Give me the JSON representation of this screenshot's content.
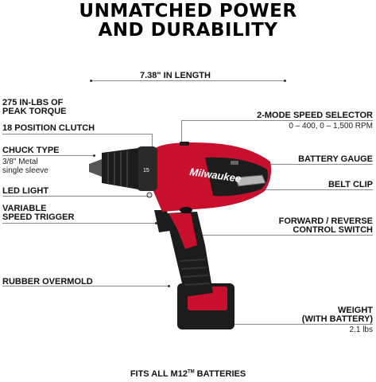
{
  "heading": {
    "line1": "UNMATCHED POWER",
    "line2": "AND DURABILITY"
  },
  "length": {
    "label": "7.38\" IN LENGTH"
  },
  "torque": {
    "line1": "275 IN-LBS OF",
    "line2": "PEAK TORQUE"
  },
  "clutch": {
    "label": "18 POSITION CLUTCH"
  },
  "chuck": {
    "label": "CHUCK TYPE",
    "sub1": "3/8\" Metal",
    "sub2": "single sleeve"
  },
  "led": {
    "label": "LED LIGHT"
  },
  "trigger": {
    "line1": "VARIABLE",
    "line2": "SPEED TRIGGER"
  },
  "overmold": {
    "label": "RUBBER OVERMOLD"
  },
  "speed_selector": {
    "label": "2-MODE SPEED SELECTOR",
    "sub": "0 – 400, 0 – 1,500 RPM"
  },
  "battery_gauge": {
    "label": "BATTERY GAUGE"
  },
  "belt_clip": {
    "label": "BELT CLIP"
  },
  "forward_reverse": {
    "line1": "FORWARD / REVERSE",
    "line2": "CONTROL SWITCH"
  },
  "weight": {
    "line1": "WEIGHT",
    "line2": "(WITH BATTERY)",
    "sub": "2.1 lbs"
  },
  "brand_logo_text": "Milwaukee",
  "clutch_marks": "15",
  "footer": {
    "text": "FITS ALL M12",
    "tm": "TM",
    "suffix": " BATTERIES"
  },
  "colors": {
    "red": "#c8102e",
    "dark": "#1c1c1c",
    "gray": "#8a8a8a"
  }
}
